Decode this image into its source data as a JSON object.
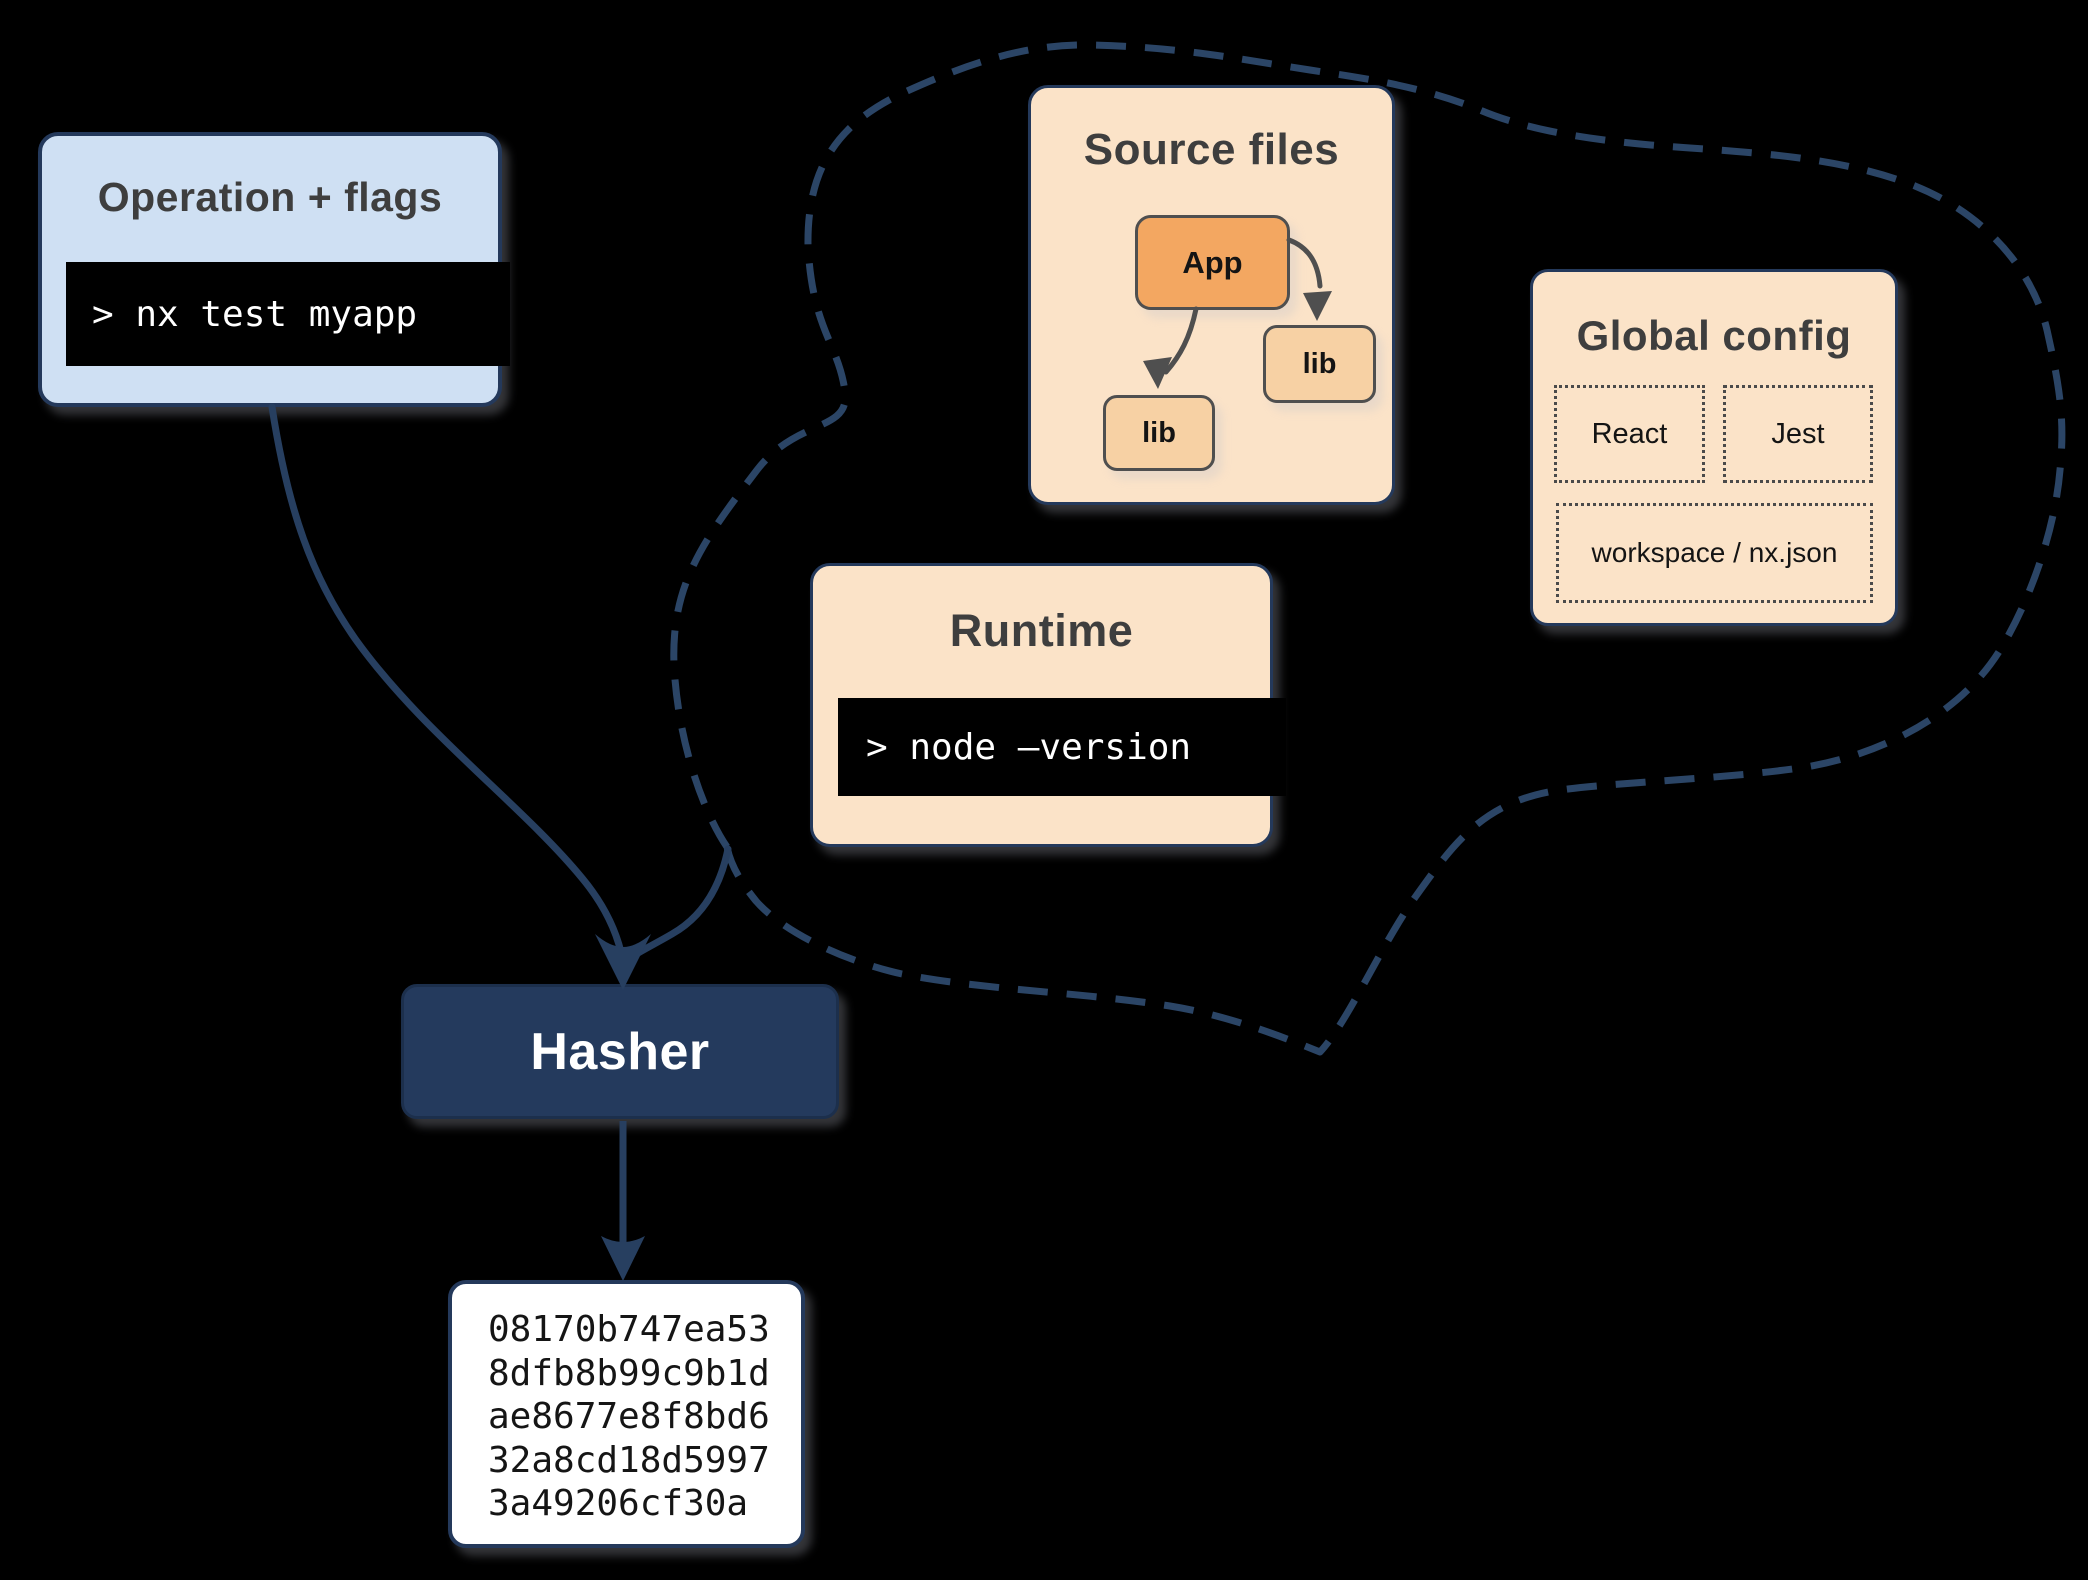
{
  "colors": {
    "background": "#000000",
    "navy": "#24395b",
    "cloud_dash": "#2b4566",
    "light_blue_fill": "#cfe0f3",
    "peach_fill": "#fbe3c8",
    "orange_node_fill": "#f3a761",
    "light_orange_node_fill": "#f7d1a4",
    "node_border_gray": "#4f4f4f",
    "title_gray": "#3e3e3e",
    "terminal_bg": "#000000",
    "terminal_text": "#ffffff",
    "hash_box_fill": "#ffffff"
  },
  "op": {
    "title": "Operation + flags",
    "command": "> nx test myapp"
  },
  "source": {
    "title": "Source files",
    "app": "App",
    "lib1": "lib",
    "lib2": "lib"
  },
  "runtime": {
    "title": "Runtime",
    "command": "> node –version"
  },
  "global": {
    "title": "Global config",
    "react": "React",
    "jest": "Jest",
    "workspace": "workspace / nx.json"
  },
  "hasher": {
    "label": "Hasher"
  },
  "hash": {
    "lines": [
      "08170b747ea53",
      "8dfb8b99c9b1d",
      "ae8677e8f8bd6",
      "32a8cd18d5997",
      "3a49206cf30a"
    ]
  }
}
